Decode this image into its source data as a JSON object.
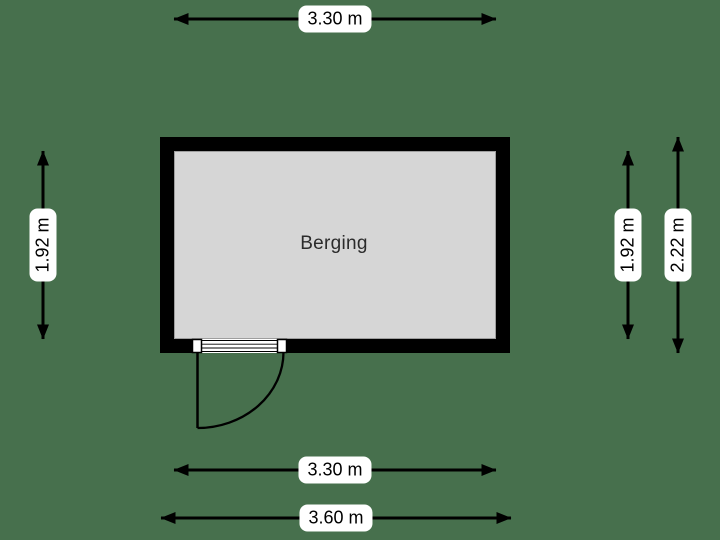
{
  "colors": {
    "background": "#47704d",
    "wall": "#000000",
    "floor": "#d6d6d6",
    "floor-outline": "#9e9e9e",
    "line": "#000000",
    "label-bg": "#ffffff",
    "label-text": "#000000"
  },
  "room": {
    "name": "Berging"
  },
  "dimensions": {
    "top": {
      "label": "3.30 m"
    },
    "bottom_inner": {
      "label": "3.30 m"
    },
    "bottom_outer": {
      "label": "3.60 m"
    },
    "left": {
      "label": "1.92 m"
    },
    "right_inner": {
      "label": "1.92 m"
    },
    "right_outer": {
      "label": "2.22 m"
    }
  }
}
